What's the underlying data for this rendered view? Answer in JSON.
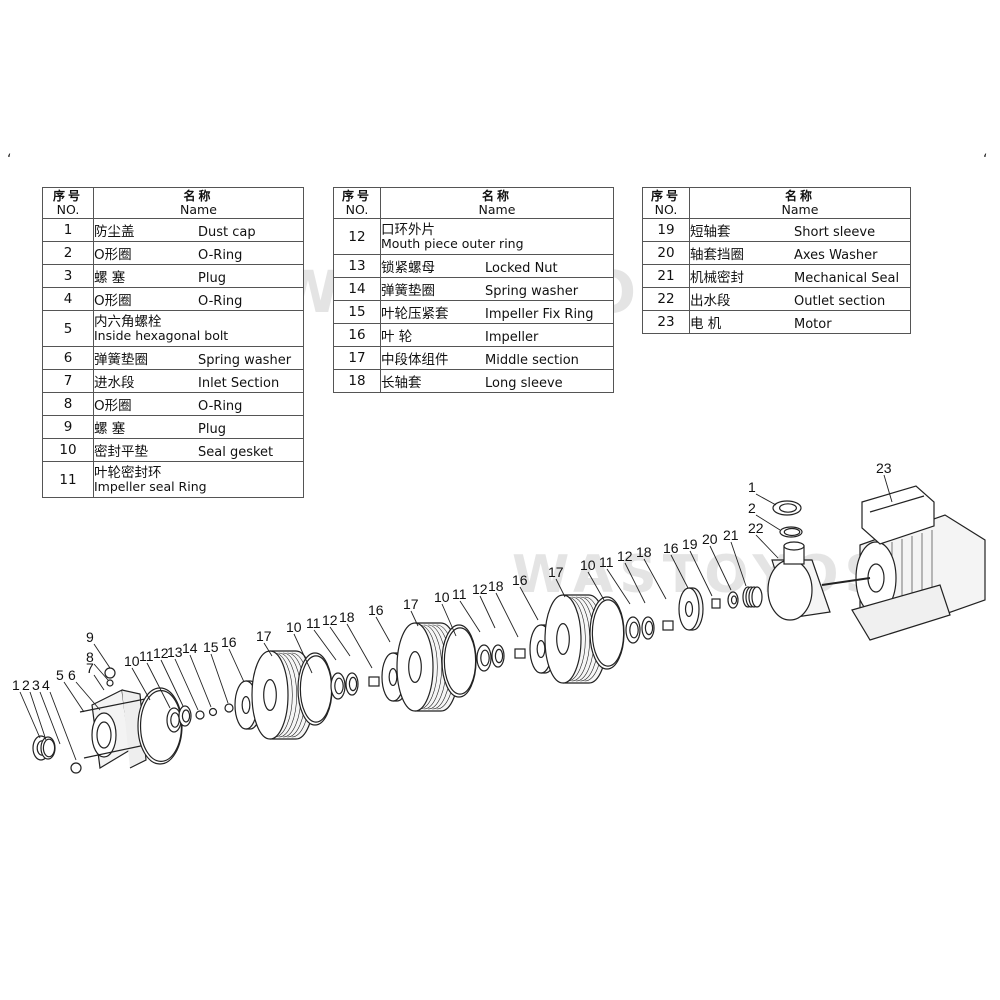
{
  "watermark": "WASTOYOSON",
  "tables": [
    {
      "header": {
        "no_cn": "序号",
        "no_en": "NO.",
        "name_cn": "名称",
        "name_en": "Name"
      },
      "rows": [
        {
          "no": "1",
          "cn": "防尘盖",
          "en": "Dust cap"
        },
        {
          "no": "2",
          "cn": "O形圈",
          "en": "O-Ring"
        },
        {
          "no": "3",
          "cn": "螺  塞",
          "en": "Plug"
        },
        {
          "no": "4",
          "cn": "O形圈",
          "en": "O-Ring"
        },
        {
          "no": "5",
          "cn": "内六角螺栓",
          "en": "Inside hexagonal bolt",
          "stack": true
        },
        {
          "no": "6",
          "cn": "弹簧垫圈",
          "en": "Spring washer"
        },
        {
          "no": "7",
          "cn": "进水段",
          "en": "Inlet Section"
        },
        {
          "no": "8",
          "cn": "O形圈",
          "en": "O-Ring"
        },
        {
          "no": "9",
          "cn": "螺  塞",
          "en": "Plug"
        },
        {
          "no": "10",
          "cn": "密封平垫",
          "en": "Seal gesket"
        },
        {
          "no": "11",
          "cn": "叶轮密封环",
          "en": "Impeller seal Ring",
          "stack": true
        }
      ]
    },
    {
      "header": {
        "no_cn": "序号",
        "no_en": "NO.",
        "name_cn": "名称",
        "name_en": "Name"
      },
      "rows": [
        {
          "no": "12",
          "cn": "口环外片",
          "en": "Mouth piece outer ring",
          "stack": true
        },
        {
          "no": "13",
          "cn": "锁紧螺母",
          "en": "Locked Nut"
        },
        {
          "no": "14",
          "cn": "弹簧垫圈",
          "en": "Spring washer"
        },
        {
          "no": "15",
          "cn": "叶轮压紧套",
          "en": "Impeller Fix Ring"
        },
        {
          "no": "16",
          "cn": "叶  轮",
          "en": "Impeller"
        },
        {
          "no": "17",
          "cn": "中段体组件",
          "en": "Middle section"
        },
        {
          "no": "18",
          "cn": "长轴套",
          "en": "Long sleeve"
        }
      ]
    },
    {
      "header": {
        "no_cn": "序号",
        "no_en": "NO.",
        "name_cn": "名称",
        "name_en": "Name"
      },
      "rows": [
        {
          "no": "19",
          "cn": "短轴套",
          "en": "Short sleeve"
        },
        {
          "no": "20",
          "cn": "轴套挡圈",
          "en": "Axes Washer"
        },
        {
          "no": "21",
          "cn": "机械密封",
          "en": "Mechanical Seal"
        },
        {
          "no": "22",
          "cn": "出水段",
          "en": "Outlet section"
        },
        {
          "no": "23",
          "cn": "电  机",
          "en": "Motor"
        }
      ]
    }
  ],
  "callouts": [
    "1",
    "2",
    "3",
    "4",
    "5",
    "6",
    "7",
    "8",
    "9",
    "10",
    "11",
    "12",
    "13",
    "14",
    "15",
    "16",
    "17",
    "10",
    "11",
    "12",
    "18",
    "16",
    "17",
    "10",
    "11",
    "12",
    "18",
    "16",
    "17",
    "10",
    "11",
    "12",
    "18",
    "16",
    "19",
    "20",
    "21",
    "22",
    "1",
    "2",
    "23"
  ]
}
